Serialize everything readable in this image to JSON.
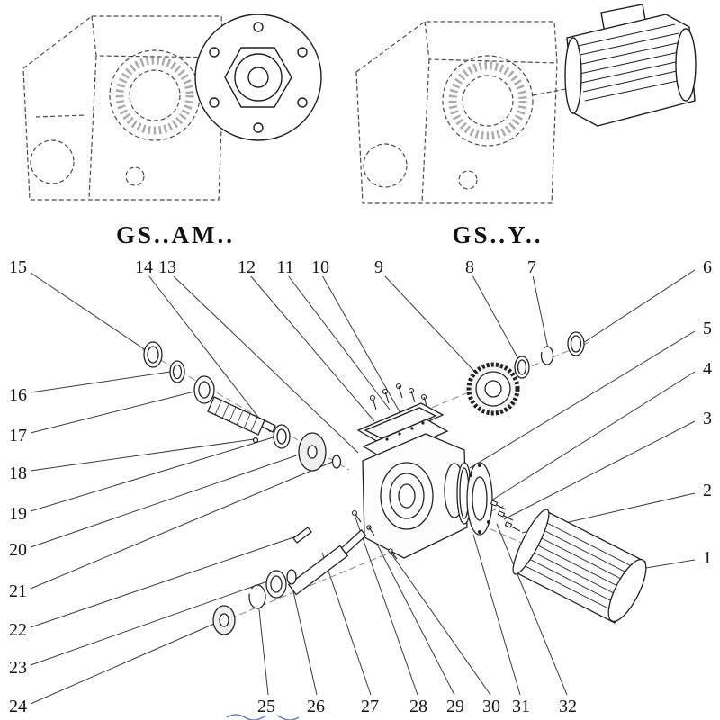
{
  "diagram": {
    "type": "exploded-parts-diagram",
    "subject": "helical-worm gear units / gear motor",
    "line_color": "#2b2b2b",
    "background": "#ffffff"
  },
  "variants": [
    {
      "id": "gs-am",
      "label": "GS..AM.."
    },
    {
      "id": "gs-y",
      "label": "GS..Y.."
    }
  ],
  "callouts": [
    "1",
    "2",
    "3",
    "4",
    "5",
    "6",
    "7",
    "8",
    "9",
    "10",
    "11",
    "12",
    "13",
    "14",
    "15",
    "16",
    "17",
    "18",
    "19",
    "20",
    "21",
    "22",
    "23",
    "24",
    "25",
    "26",
    "27",
    "28",
    "29",
    "30",
    "31",
    "32"
  ]
}
